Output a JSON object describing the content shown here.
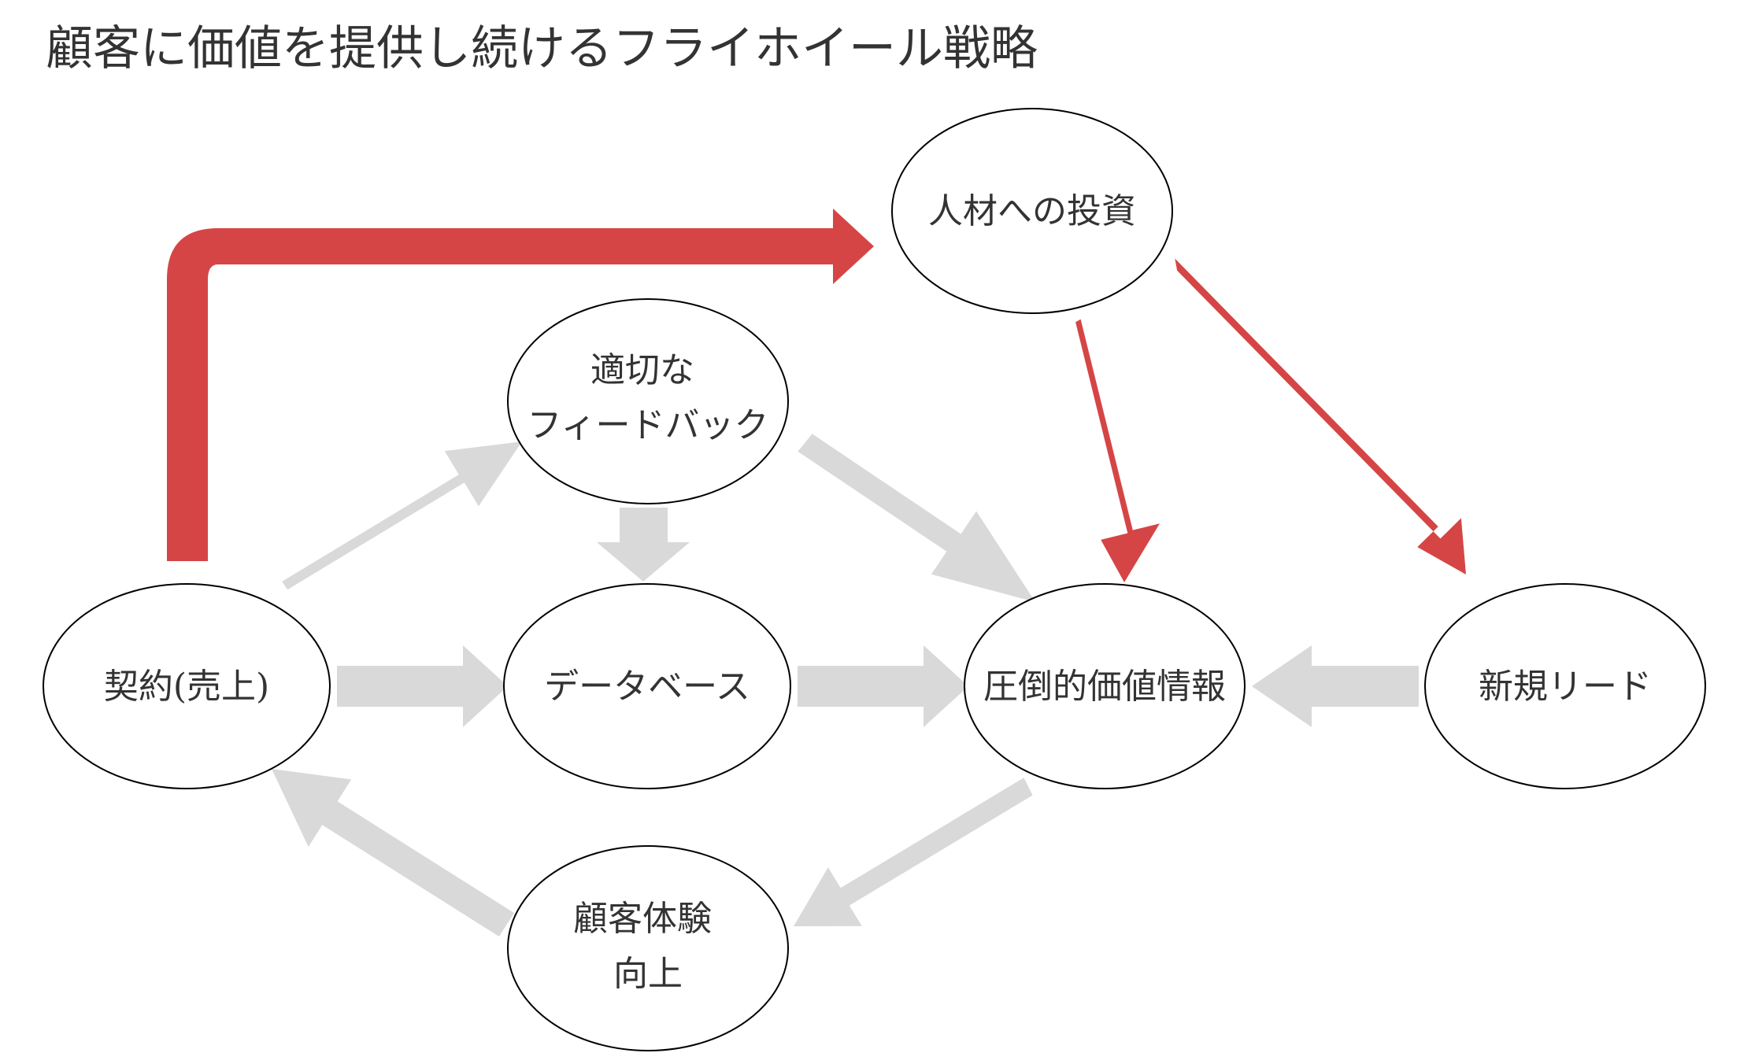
{
  "title": "顧客に価値を提供し続けるフライホイール戦略",
  "colors": {
    "highlight_arrow": "#d64545",
    "flow_arrow": "#d9d9d9",
    "node_stroke": "#000000",
    "text": "#333333"
  },
  "nodes": {
    "investment": {
      "lines": [
        "人材への投資"
      ]
    },
    "feedback": {
      "lines": [
        "適切な",
        "フィードバック"
      ]
    },
    "contract": {
      "lines": [
        "契約(売上)"
      ]
    },
    "database": {
      "lines": [
        "データベース"
      ]
    },
    "value_info": {
      "lines": [
        "圧倒的価値情報"
      ]
    },
    "new_lead": {
      "lines": [
        "新規リード"
      ]
    },
    "experience": {
      "lines": [
        "顧客体験",
        "向上"
      ]
    }
  },
  "edges": [
    {
      "from": "contract",
      "to": "investment",
      "style": "highlight"
    },
    {
      "from": "investment",
      "to": "value_info",
      "style": "highlight"
    },
    {
      "from": "investment",
      "to": "new_lead",
      "style": "highlight"
    },
    {
      "from": "contract",
      "to": "feedback",
      "style": "flow"
    },
    {
      "from": "feedback",
      "to": "database",
      "style": "flow"
    },
    {
      "from": "feedback",
      "to": "value_info",
      "style": "flow"
    },
    {
      "from": "contract",
      "to": "database",
      "style": "flow"
    },
    {
      "from": "database",
      "to": "value_info",
      "style": "flow"
    },
    {
      "from": "new_lead",
      "to": "value_info",
      "style": "flow"
    },
    {
      "from": "value_info",
      "to": "experience",
      "style": "flow"
    },
    {
      "from": "experience",
      "to": "contract",
      "style": "flow"
    }
  ]
}
